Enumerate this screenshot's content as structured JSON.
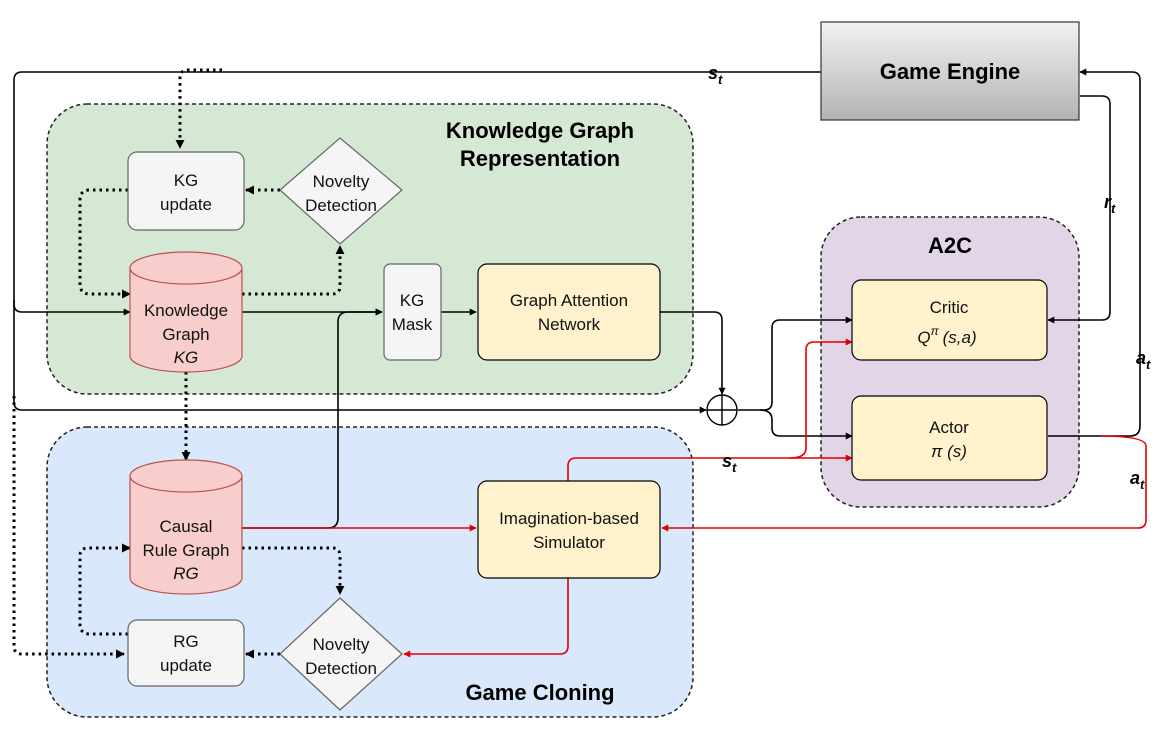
{
  "colors": {
    "kg_region": "#d5e8d4",
    "gc_region": "#dae8fc",
    "a2c_region": "#e1d5e7",
    "db_fill": "#f8cecc",
    "db_stroke": "#b85450",
    "yellow_box": "#fff2cc",
    "gray_box": "#f5f5f5",
    "edge_red": "#e00000"
  },
  "regions": {
    "kg_title_line1": "Knowledge Graph",
    "kg_title_line2": "Representation",
    "gc_title": "Game Cloning",
    "a2c_title": "A2C"
  },
  "nodes": {
    "game_engine": "Game Engine",
    "kg_update_line1": "KG",
    "kg_update_line2": "update",
    "novelty_kg_line1": "Novelty",
    "novelty_kg_line2": "Detection",
    "knowledge_graph_line1": "Knowledge",
    "knowledge_graph_line2": "Graph",
    "knowledge_graph_line3": "KG",
    "kg_mask_line1": "KG",
    "kg_mask_line2": "Mask",
    "gat_line1": "Graph Attention",
    "gat_line2": "Network",
    "critic_line1": "Critic",
    "critic_q": "Q",
    "critic_pi": "π",
    "critic_args": "(s,a)",
    "actor_line1": "Actor",
    "actor_line2": "π (s)",
    "rule_graph_line1": "Causal",
    "rule_graph_line2": "Rule Graph",
    "rule_graph_line3": "RG",
    "simulator_line1": "Imagination-based",
    "simulator_line2": "Simulator",
    "rg_update_line1": "RG",
    "rg_update_line2": "update",
    "novelty_rg_line1": "Novelty",
    "novelty_rg_line2": "Detection",
    "concat_symbol": "⊕"
  },
  "edge_labels": {
    "s_top": "s",
    "s_top_sub": "t",
    "r": "r",
    "r_sub": "t",
    "a_right": "a",
    "a_right_sub": "t",
    "s_red": "s",
    "s_red_sub": "t",
    "a_red": "a",
    "a_red_sub": "t"
  }
}
